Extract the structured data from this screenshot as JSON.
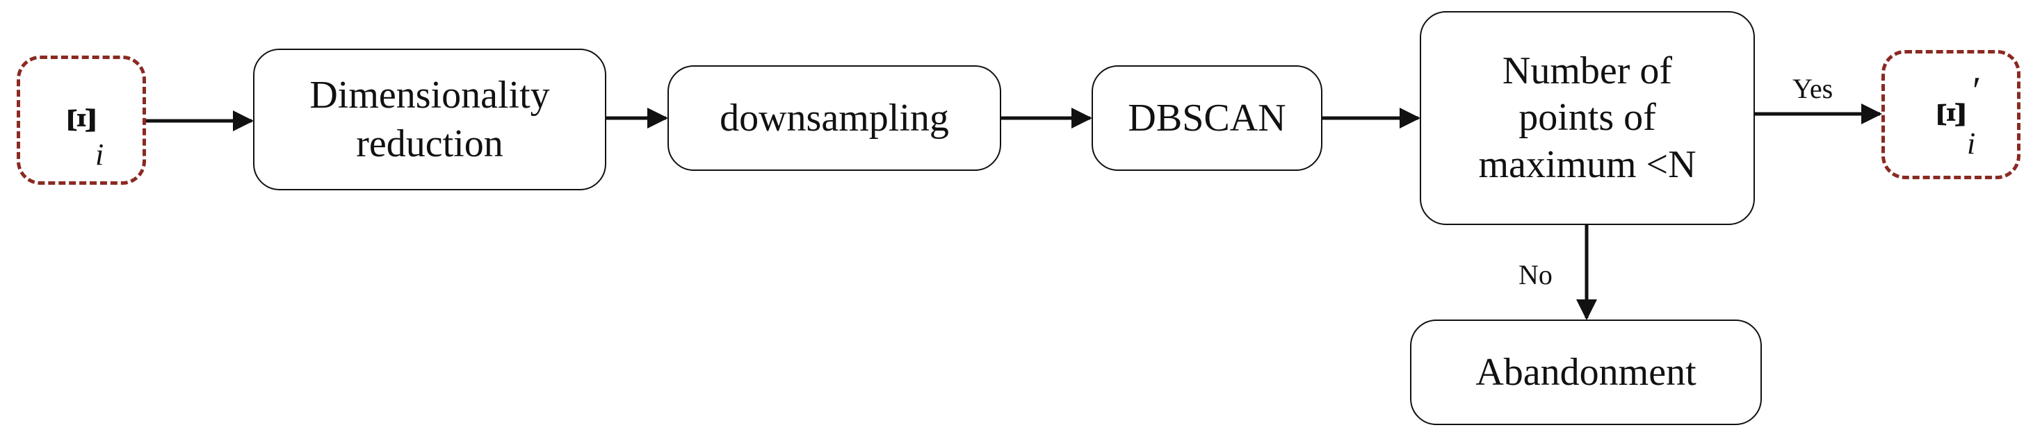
{
  "nodes": {
    "input": {
      "symbol": "Ξ",
      "subscript": "i"
    },
    "dim_reduction": {
      "line1": "Dimensionality",
      "line2": "reduction"
    },
    "downsampling": {
      "label": "downsampling"
    },
    "dbscan": {
      "label": "DBSCAN"
    },
    "decision": {
      "line1": "Number of",
      "line2": "points of",
      "line3": "maximum <N"
    },
    "output": {
      "symbol": "Ξ",
      "subscript": "i",
      "prime": "′"
    },
    "abandonment": {
      "label": "Abandonment"
    }
  },
  "edges": {
    "yes_label": "Yes",
    "no_label": "No"
  },
  "colors": {
    "io_border": "#8a2a22",
    "stroke": "#111111"
  }
}
